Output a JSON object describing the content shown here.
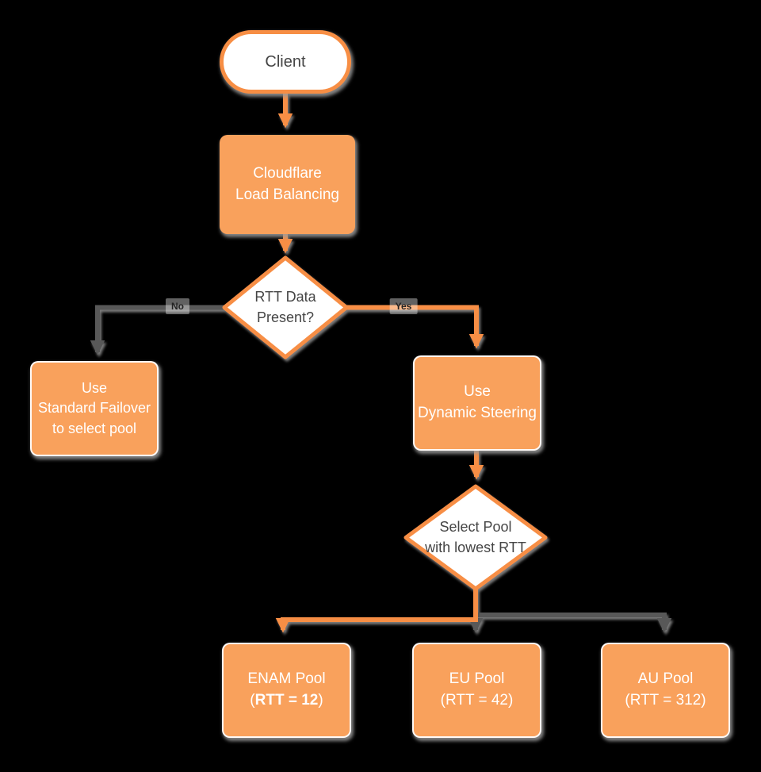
{
  "title": "Cloudflare Load Balancing flowchart",
  "colors": {
    "background": "#000000",
    "orange_fill": "#F9A15C",
    "orange_line": "#F78E44",
    "gray_line": "#595959",
    "shadow_gray": "#9B9B9B",
    "white_text": "#FFFFFF",
    "dark_text": "#454545"
  },
  "nodes": {
    "client": {
      "label": "Client"
    },
    "cloudflare": {
      "lines": [
        "Cloudflare",
        "Load Balancing"
      ]
    },
    "rtt_decision": {
      "lines": [
        "RTT Data",
        "Present?"
      ]
    },
    "standard_failover": {
      "lines": [
        "Use",
        "Standard Failover",
        "to select pool"
      ]
    },
    "dynamic_steering": {
      "lines": [
        "Use",
        "Dynamic Steering"
      ]
    },
    "select_pool": {
      "lines": [
        "Select Pool",
        "with lowest RTT"
      ]
    },
    "pools": [
      {
        "name": "ENAM Pool",
        "rtt": "RTT = 12",
        "bold": true
      },
      {
        "name": "EU Pool",
        "rtt": "RTT = 42",
        "bold": false
      },
      {
        "name": "AU Pool",
        "rtt": "RTT = 312",
        "bold": false
      }
    ]
  },
  "edge_labels": {
    "no": "No",
    "yes": "Yes"
  }
}
